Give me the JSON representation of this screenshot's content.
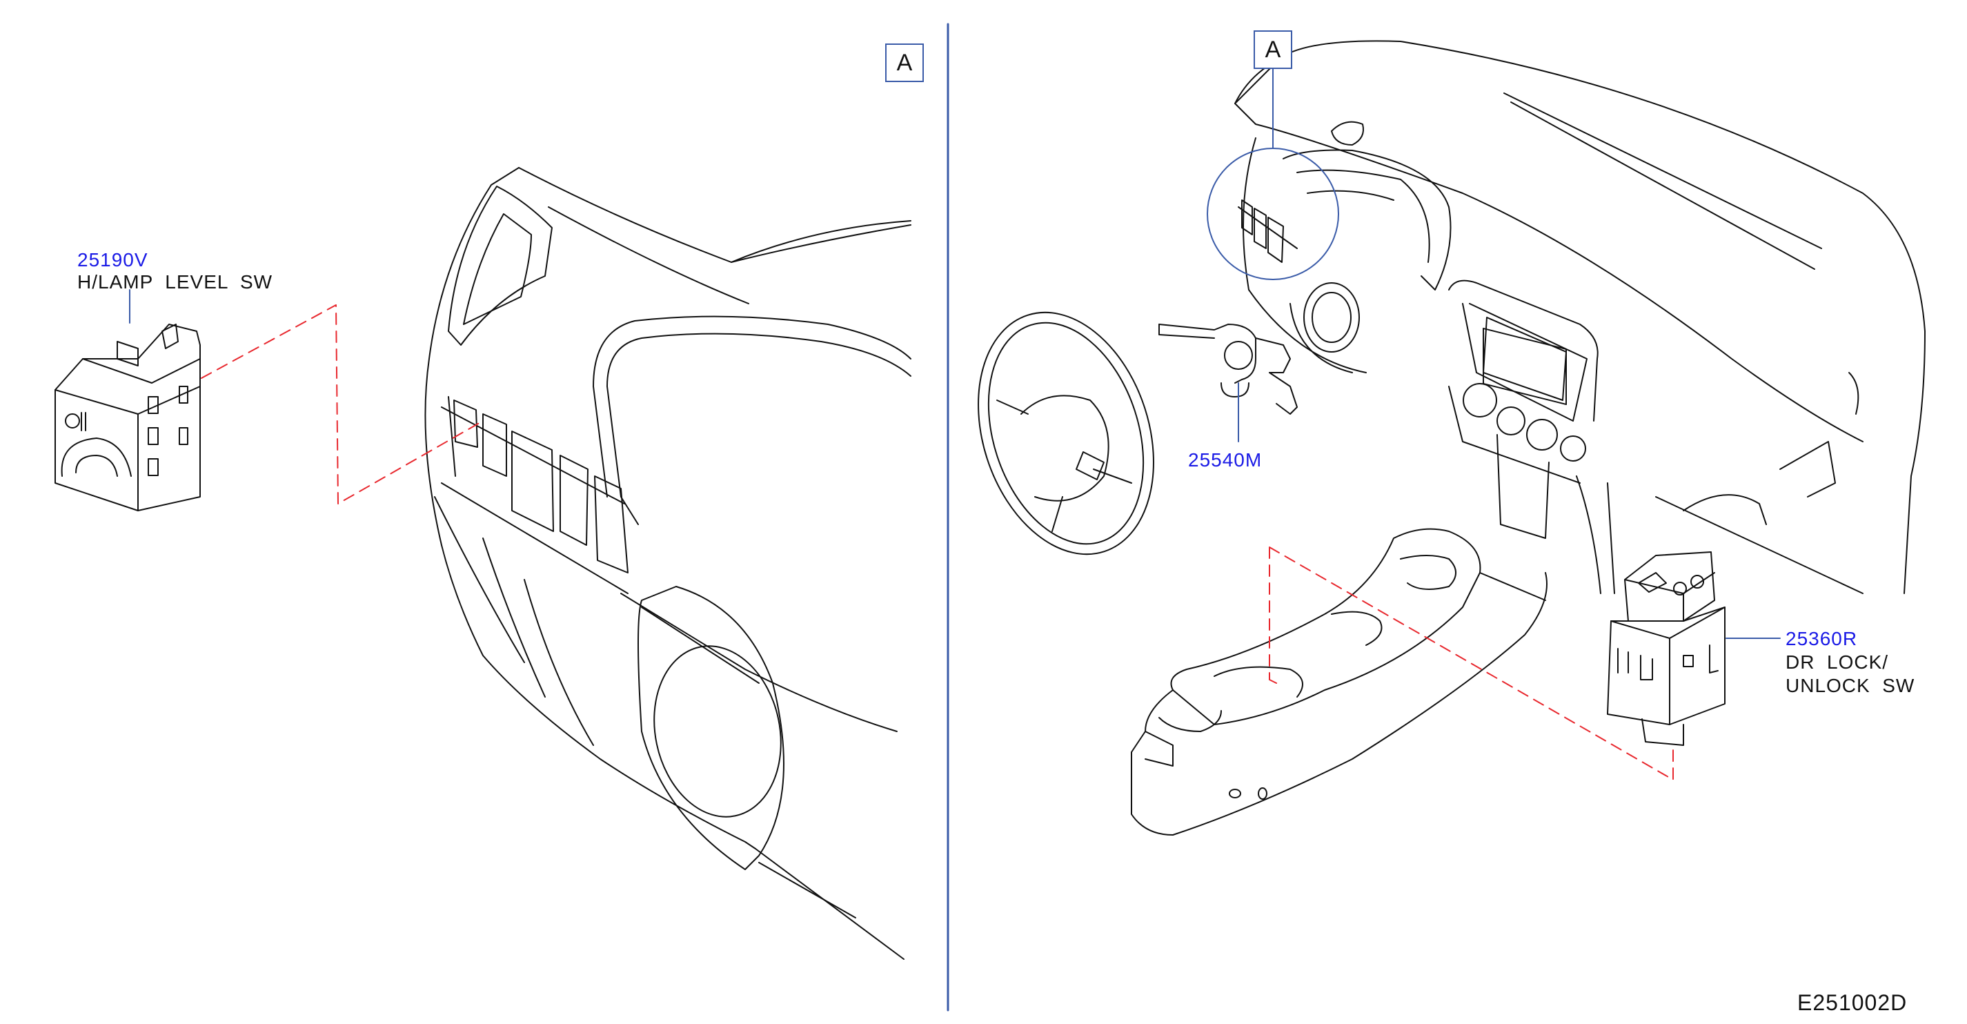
{
  "callouts": {
    "left_a": "A",
    "right_a": "A"
  },
  "parts": [
    {
      "part_no": "25190V",
      "desc": [
        "H/LAMP  LEVEL  SW"
      ]
    },
    {
      "part_no": "25540M",
      "desc": []
    },
    {
      "part_no": "25360R",
      "desc": [
        "DR  LOCK/",
        "UNLOCK  SW"
      ]
    }
  ],
  "diagram_code": "E251002D",
  "colors": {
    "line": "#111111",
    "part_number": "#1a1ae6",
    "leader": "#3a5ba8",
    "dashed": "#e8282e"
  }
}
